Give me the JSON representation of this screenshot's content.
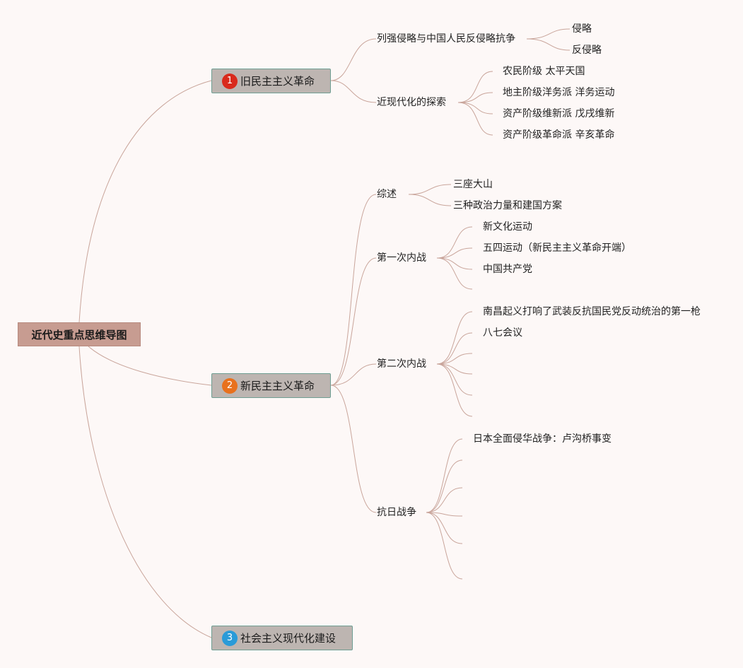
{
  "root": {
    "label": "近代史重点思维导图"
  },
  "branches": [
    {
      "number": "1",
      "label": "旧民主主义革命",
      "topics": [
        {
          "label": "列强侵略与中国人民反侵略抗争",
          "items": [
            "侵略",
            "反侵略"
          ]
        },
        {
          "label": "近现代化的探索",
          "items": [
            "农民阶级 太平天国",
            "地主阶级洋务派 洋务运动",
            "资产阶级维新派 戊戌维新",
            "资产阶级革命派 辛亥革命"
          ]
        }
      ]
    },
    {
      "number": "2",
      "label": "新民主主义革命",
      "topics": [
        {
          "label": "综述",
          "items": [
            "三座大山",
            "三种政治力量和建国方案"
          ]
        },
        {
          "label": "第一次内战",
          "items": [
            "新文化运动",
            "五四运动（新民主主义革命开端）",
            "中国共产党",
            ""
          ]
        },
        {
          "label": "第二次内战",
          "items": [
            "南昌起义打响了武装反抗国民党反动统治的第一枪",
            "八七会议",
            "",
            "",
            "",
            ""
          ]
        },
        {
          "label": "抗日战争",
          "items": [
            "日本全面侵华战争：卢沟桥事变",
            "",
            "",
            "",
            "",
            ""
          ]
        }
      ]
    },
    {
      "number": "3",
      "label": "社会主义现代化建设",
      "topics": []
    }
  ]
}
